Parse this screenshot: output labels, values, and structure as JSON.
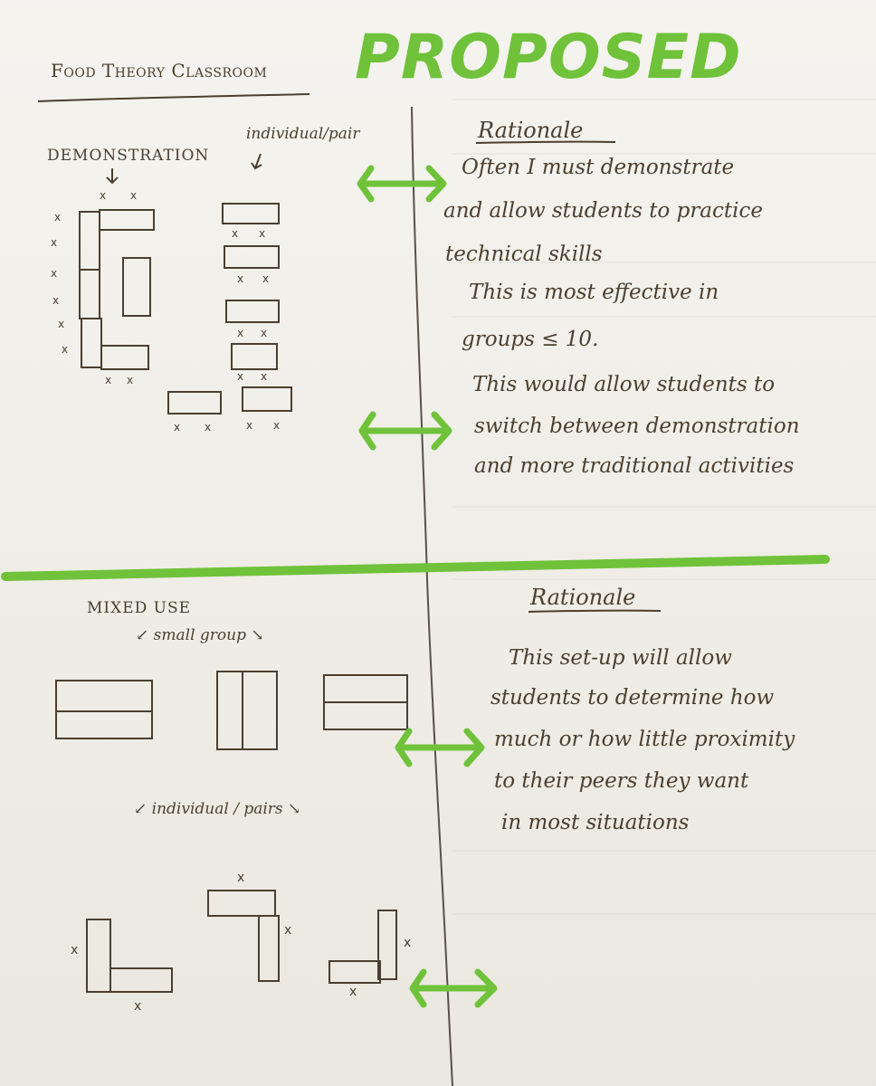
{
  "header": {
    "title": "Food Theory Classroom",
    "proposed": "PROPOSED"
  },
  "top_section": {
    "demonstration_label": "DEMONSTRATION",
    "individual_pair_label": "individual/pair",
    "rationale_heading": "Rationale",
    "rationale_lines": [
      "Often I must demonstrate",
      "and allow students to practice",
      "technical skills",
      "This is most effective in",
      "groups ≤ 10.",
      "This would allow students to",
      "switch between demonstration",
      "and more traditional activities"
    ]
  },
  "bottom_section": {
    "mixed_use_label": "MIXED USE",
    "small_group_label": "↙ small group ↘",
    "individual_pairs_label": "↙ individual / pairs ↘",
    "rationale_heading": "Rationale",
    "rationale_lines": [
      "This set-up will allow",
      "students to determine how",
      "much or how little proximity",
      "to their peers they want",
      "in most situations"
    ]
  },
  "colors": {
    "ink": "#4a3f30",
    "highlighter_green": "#6fc23a",
    "paper": "#efede6"
  },
  "icons": [
    "double-arrow-icon",
    "down-arrow-icon",
    "seat-x-mark"
  ]
}
